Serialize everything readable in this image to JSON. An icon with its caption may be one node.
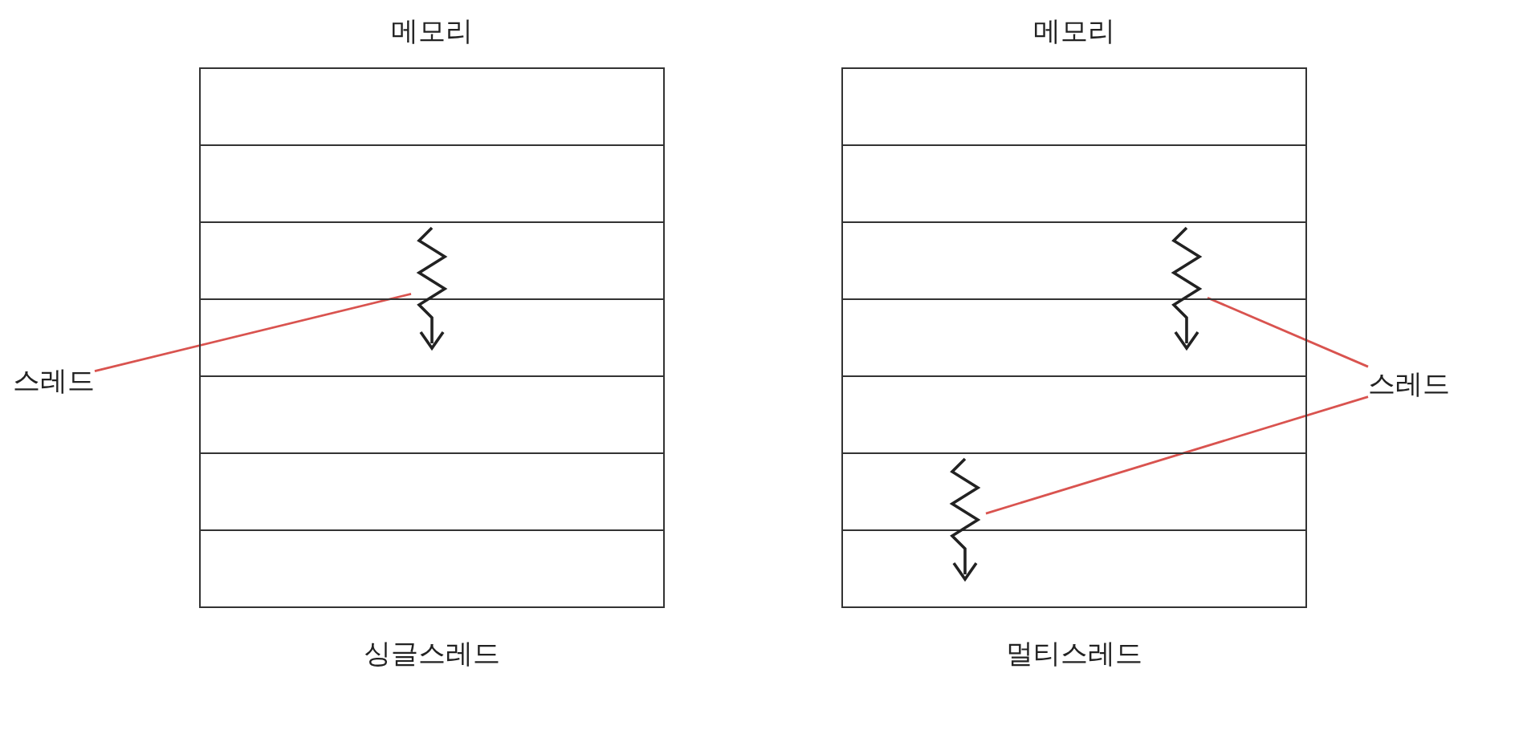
{
  "diagram": {
    "nodes": [
      {
        "text": [
          "메모리"
        ],
        "beside": [
          "싱글스레드"
        ]
      },
      {
        "text": [],
        "shape": "picture",
        "in": 0
      },
      {
        "text": [
          "스레드"
        ]
      },
      {
        "text": [
          "메모리"
        ],
        "beside": [
          "멀티스레드"
        ]
      },
      {
        "text": [],
        "shape": "picture",
        "in": 3
      },
      {
        "text": [],
        "shape": "picture",
        "in": 3
      },
      {
        "text": [
          "스레드"
        ]
      }
    ],
    "edges": [
      {
        "from": 2,
        "to": 1,
        "arrow": "none"
      },
      {
        "from": 6,
        "to": 4,
        "arrow": "none"
      },
      {
        "from": 6,
        "to": 5,
        "arrow": "none"
      }
    ]
  }
}
